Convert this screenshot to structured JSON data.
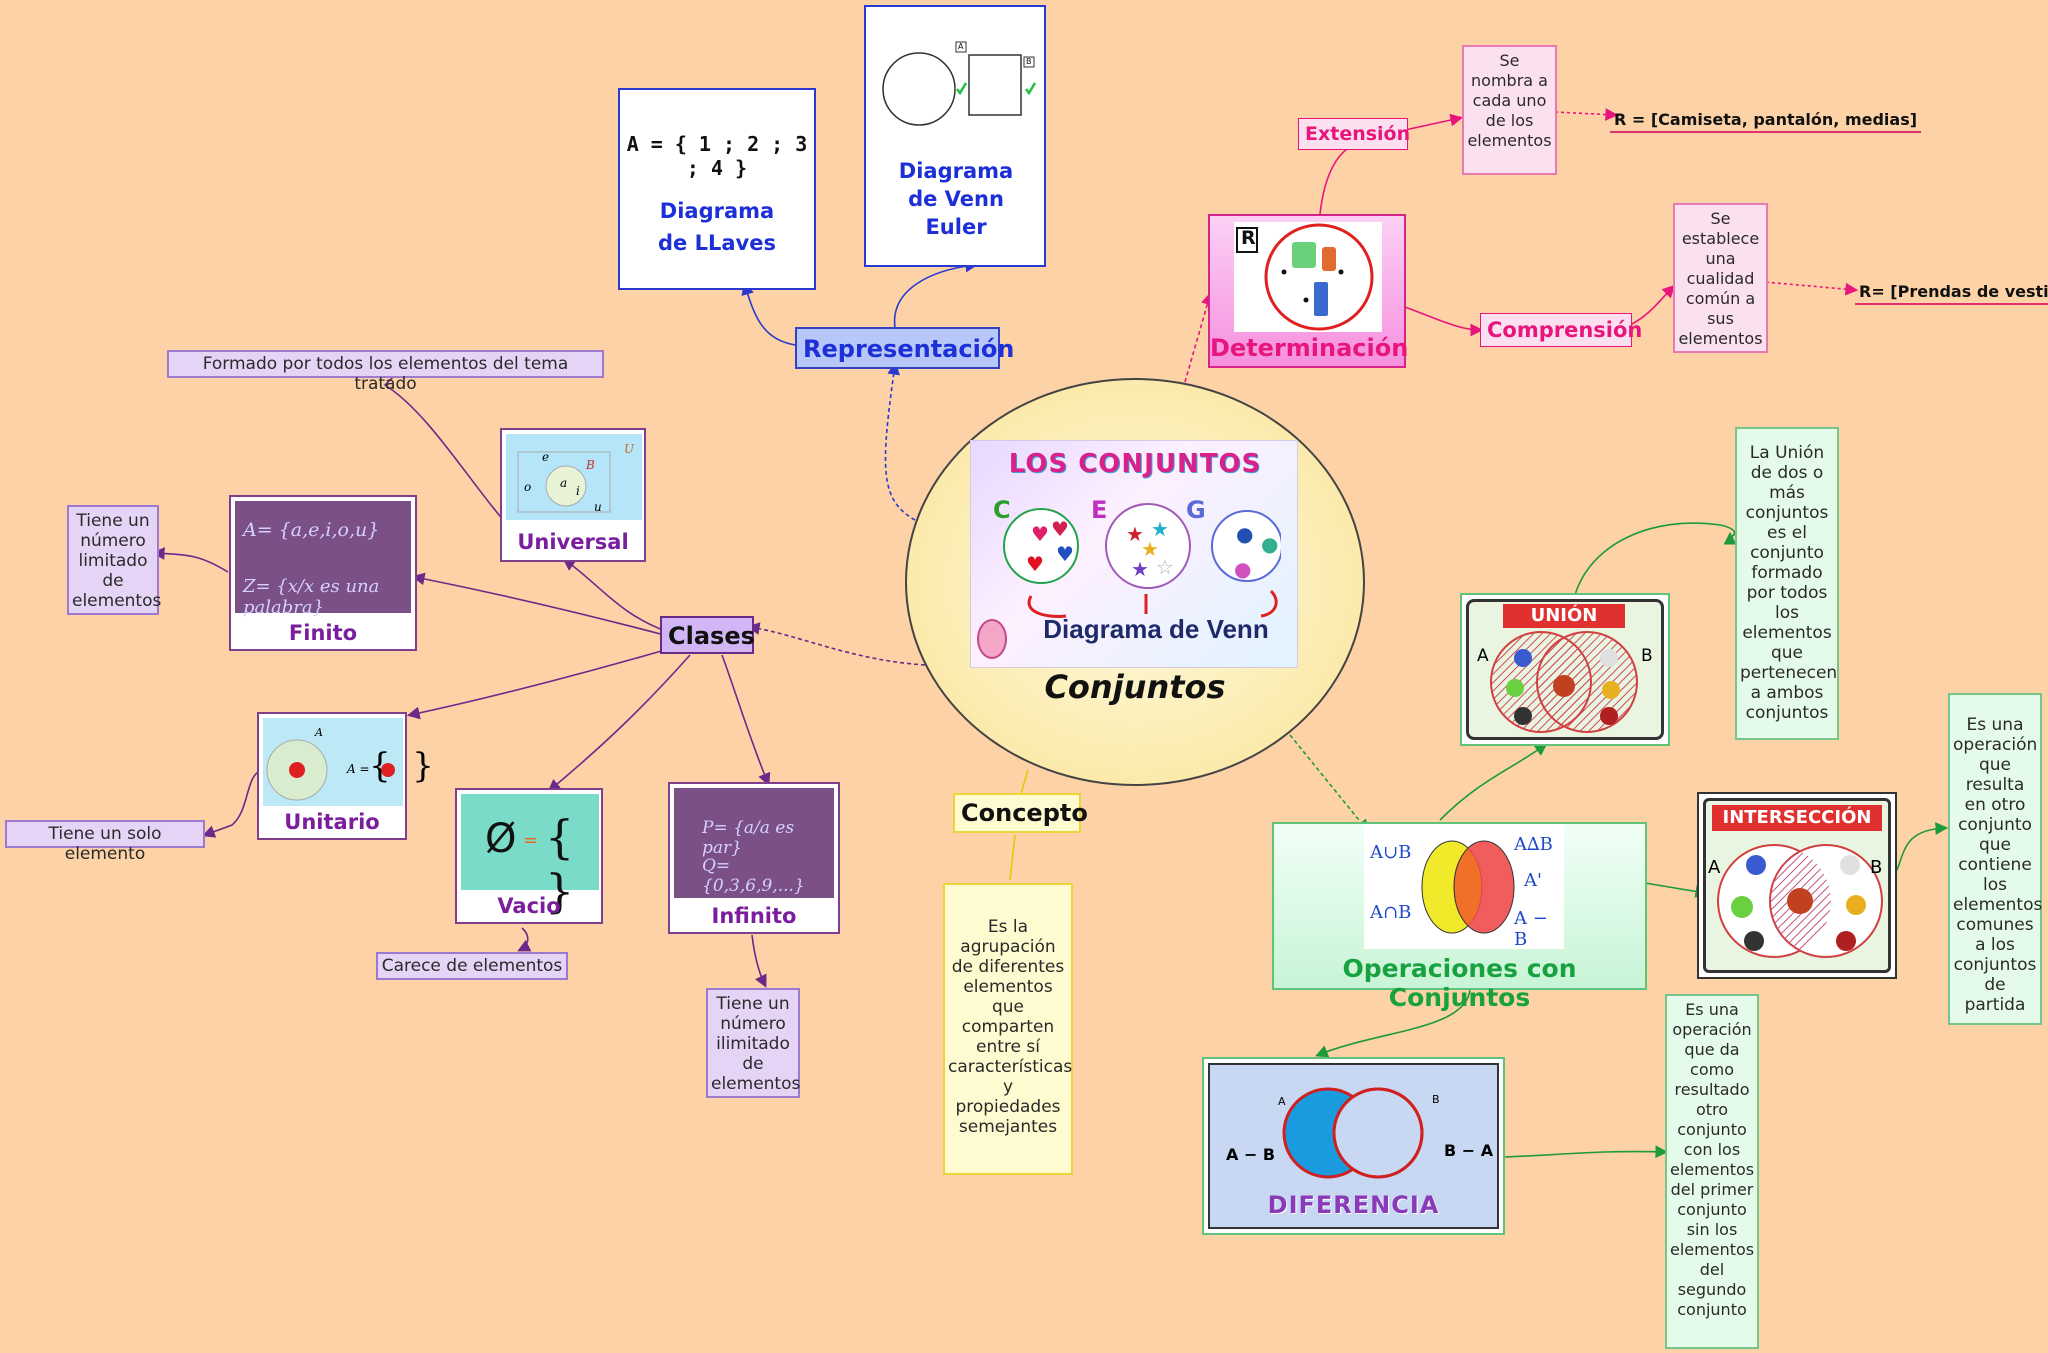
{
  "central": {
    "title": "Conjuntos",
    "banner": "LOS CONJUNTOS",
    "set_letters": [
      "C",
      "E",
      "G"
    ],
    "caption": "Diagrama de Venn"
  },
  "representacion": {
    "label": "Representación",
    "llaves": {
      "formula": "A = { 1 ; 2 ; 3 ; 4 }",
      "title": "Diagrama de LLaves"
    },
    "venn": {
      "label_a": "A",
      "label_b": "B",
      "title": "Diagrama de Venn Euler"
    }
  },
  "determinacion": {
    "label": "Determinación",
    "set_letter": "R",
    "extension": {
      "label": "Extensión",
      "note": "Se nombra a cada uno de los elementos",
      "example": "R = [Camiseta, pantalón, medias]"
    },
    "comprension": {
      "label": "Comprensión",
      "note": "Se establece una cualidad común a sus elementos",
      "example": "R= [Prendas de vestir]"
    }
  },
  "clases": {
    "label": "Clases",
    "universal": {
      "label": "Universal",
      "note": "Formado por todos los elementos del tema tratado",
      "letters": [
        "e",
        "B",
        "U",
        "o",
        "a",
        "i",
        "u"
      ]
    },
    "finito": {
      "label": "Finito",
      "note": "Tiene un número limitado de elementos",
      "formula1": "A= {a,e,i,o,u}",
      "formula2": "Z= {x/x es una palabra}"
    },
    "unitario": {
      "label": "Unitario",
      "note": "Tiene un solo elemento",
      "letter": "A",
      "eq": "A ="
    },
    "vacio": {
      "label": "Vacio",
      "note": "Carece de elementos",
      "symbol": "Ø",
      "eq": "=",
      "braces": "{ }"
    },
    "infinito": {
      "label": "Infinito",
      "note": "Tiene un número ilimitado de elementos",
      "formula1": "P= {a/a es par}",
      "formula2": "Q= {0,3,6,9,...}"
    }
  },
  "concepto": {
    "label": "Concepto",
    "note": "Es la agrupación de diferentes elementos que comparten entre sí características y propiedades semejantes"
  },
  "operaciones": {
    "label": "Operaciones con Conjuntos",
    "symbols": [
      "A∪B",
      "A∩B",
      "A∆B",
      "A'",
      "A − B"
    ],
    "union": {
      "title": "UNIÓN",
      "a": "A",
      "b": "B",
      "note": "La Unión de dos o más conjuntos es el conjunto formado por todos los elementos que pertenecen a ambos conjuntos"
    },
    "interseccion": {
      "title": "INTERSECCIÓN",
      "a": "A",
      "b": "B",
      "note": "Es una operación que resulta en otro conjunto que contiene los elementos comunes a los conjuntos de partida"
    },
    "diferencia": {
      "title": "DIFERENCIA",
      "left": "A − B",
      "right": "B − A",
      "a": "A",
      "b": "B",
      "note": "Es una operación que da como resultado otro conjunto con los elementos del primer conjunto sin los elementos del segundo conjunto"
    }
  },
  "colors": {
    "background": "#fdd2a6",
    "purple": "#7a1e9e",
    "blue": "#1d2fd6",
    "pink": "#e8157c",
    "green": "#18a23f"
  }
}
